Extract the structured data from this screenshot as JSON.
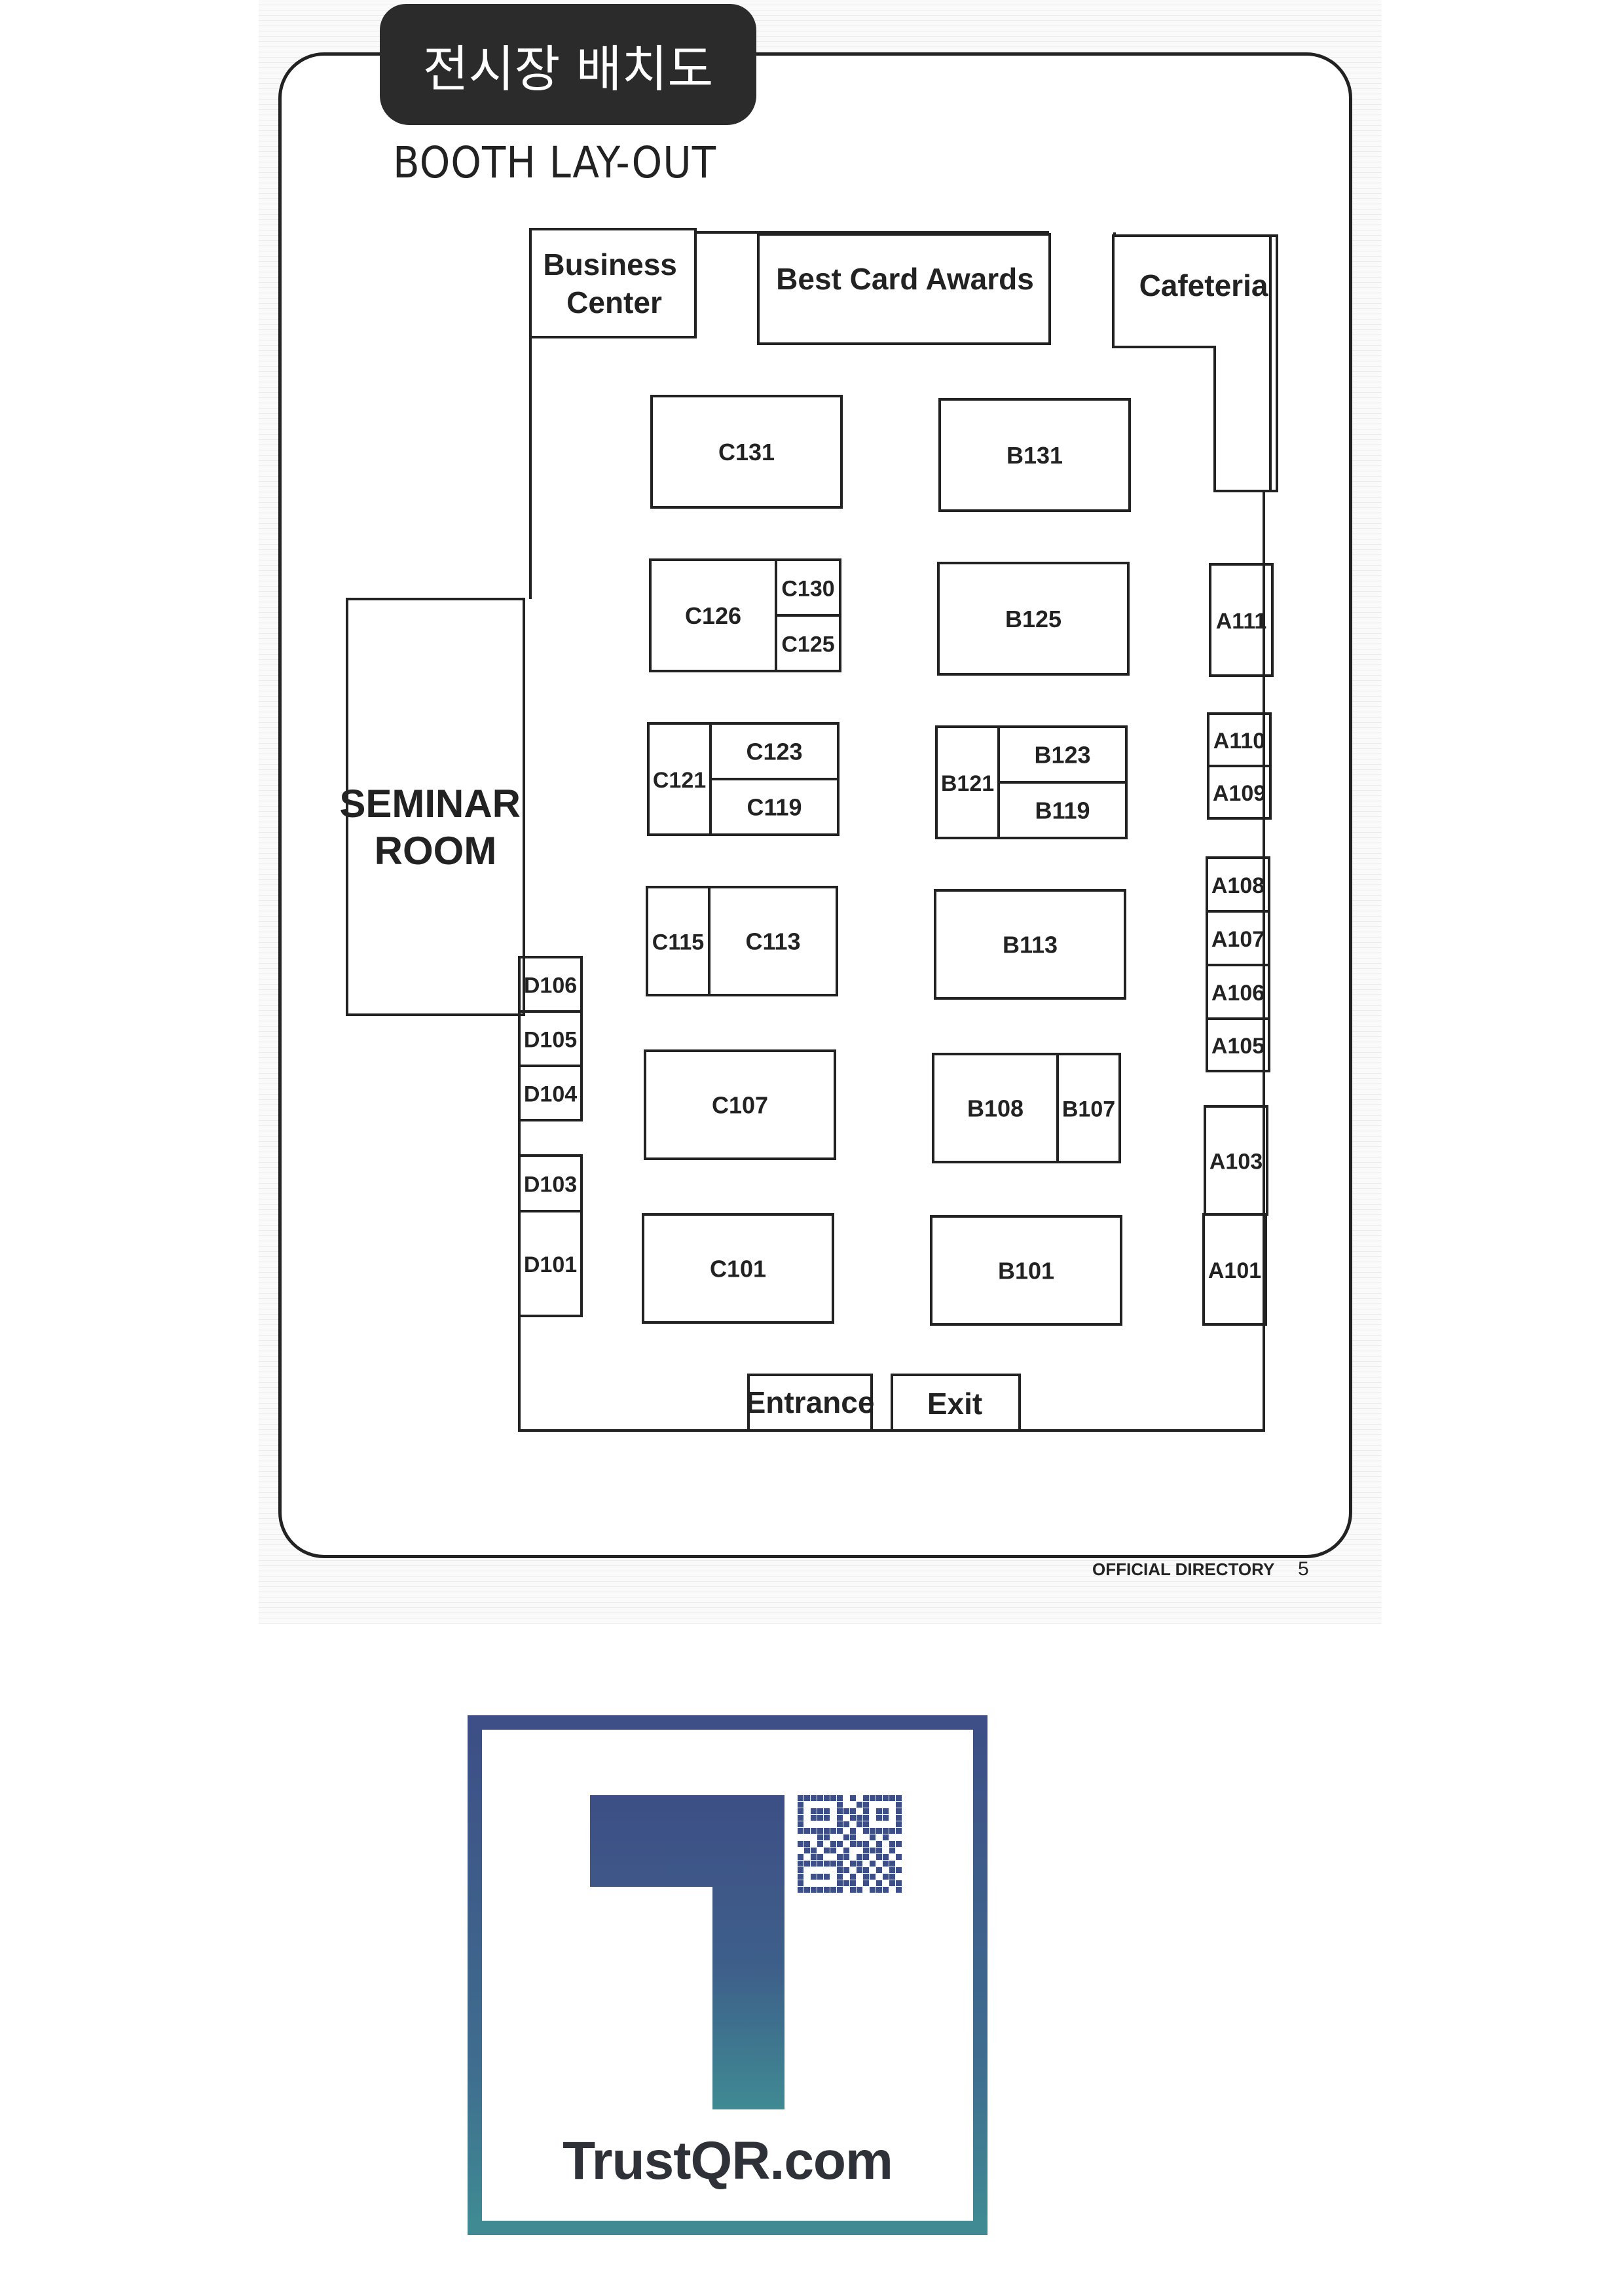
{
  "header": {
    "tab_title": "전시장 배치도",
    "subtitle": "BOOTH LAY-OUT"
  },
  "rooms": {
    "business_center": "Business\nCenter",
    "best_card_awards": "Best Card Awards",
    "cafeteria": "Cafeteria",
    "seminar_room": "SEMINAR\nROOM",
    "entrance": "Entrance",
    "exit": "Exit"
  },
  "booths": {
    "C131": "C131",
    "B131": "B131",
    "C126": "C126",
    "C130": "C130",
    "C125": "C125",
    "B125": "B125",
    "A111": "A111",
    "C121": "C121",
    "C123": "C123",
    "C119": "C119",
    "B121": "B121",
    "B123": "B123",
    "B119": "B119",
    "A110": "A110",
    "A109": "A109",
    "C115": "C115",
    "C113": "C113",
    "B113": "B113",
    "A108": "A108",
    "A107": "A107",
    "A106": "A106",
    "A105": "A105",
    "D106": "D106",
    "D105": "D105",
    "D104": "D104",
    "C107": "C107",
    "B108": "B108",
    "B107": "B107",
    "D103": "D103",
    "D101": "D101",
    "A103": "A103",
    "C101": "C101",
    "B101": "B101",
    "A101": "A101"
  },
  "footer": {
    "label": "OFFICIAL DIRECTORY",
    "page_number": "5"
  },
  "logo": {
    "text": "TrustQR.com",
    "colors": {
      "top": "#3d4f86",
      "bottom": "#3f8a93"
    }
  }
}
